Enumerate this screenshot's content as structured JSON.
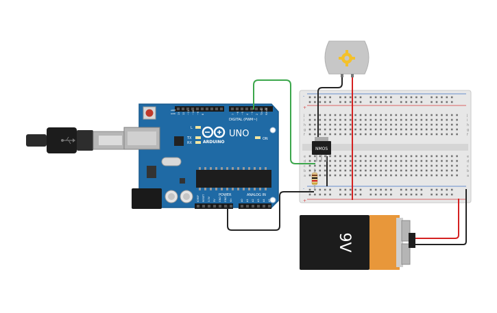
{
  "arduino": {
    "logo_text": "UNO",
    "brand": "ARDUINO",
    "digital_label": "DIGITAL (PWM~)",
    "analog_label": "ANALOG IN",
    "power_label": "POWER",
    "on_label": "ON",
    "led_l": "L",
    "led_tx": "TX",
    "led_rx": "RX",
    "aref": "AREF",
    "gnd_top": "GND",
    "power_pins": [
      "IOREF",
      "RESET",
      "3.3V",
      "5V",
      "GND",
      "GND",
      "Vin"
    ],
    "analog_pins": [
      "A0",
      "A1",
      "A2",
      "A3",
      "A4",
      "A5"
    ],
    "digital_pins": [
      "13",
      "12",
      "~11",
      "~10",
      "~9",
      "8",
      "7",
      "~6",
      "~5",
      "4",
      "~3",
      "2",
      "TX>1",
      "RX<0"
    ]
  },
  "mosfet": {
    "label": "NMOS"
  },
  "battery": {
    "label": "9V"
  },
  "breadboard": {
    "row_letters_top": [
      "j",
      "i",
      "h",
      "g",
      "f"
    ],
    "row_letters_bottom": [
      "e",
      "d",
      "c",
      "b",
      "a"
    ],
    "plus": "+",
    "minus": "-"
  },
  "colors": {
    "board": "#1f6aa5",
    "board_dark": "#195a8e",
    "wire_green": "#3aa64a",
    "wire_black": "#222222",
    "wire_red": "#d42020",
    "battery_orange": "#e8973a",
    "motor_body": "#c7c7c7",
    "motor_gear": "#f4c12a"
  }
}
